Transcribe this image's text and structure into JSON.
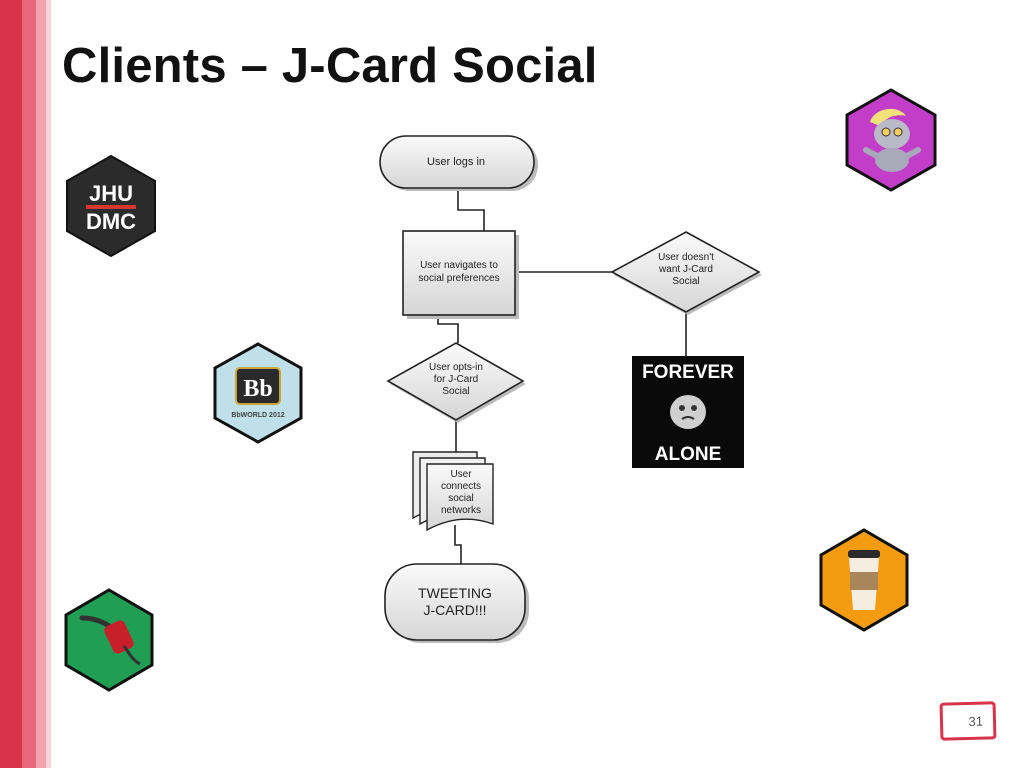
{
  "slide": {
    "title": "Clients – J-Card Social",
    "page_number": "31",
    "accent_color": "#d9334a"
  },
  "flowchart": {
    "nodes": {
      "start": "User logs in",
      "navigate": [
        "User navigates to",
        "social preferences"
      ],
      "opt_in": [
        "User opts-in",
        "for J-Card",
        "Social"
      ],
      "opt_out": [
        "User doesn't",
        "want J-Card",
        "Social"
      ],
      "connect": [
        "User",
        "connects",
        "social",
        "networks"
      ],
      "end": [
        "TWEETING",
        "J-CARD!!!"
      ]
    }
  },
  "meme": {
    "top_text": "FOREVER",
    "bottom_text": "ALONE"
  },
  "badges": {
    "jhu": {
      "line1": "JHU",
      "line2": "DMC",
      "color": "#2b2b2b"
    },
    "bb": {
      "logo": "Bb",
      "caption": "BbWORLD 2012",
      "color": "#bfe0e8"
    },
    "pony": {
      "color": "#c23ec9"
    },
    "coffee": {
      "color": "#f59b10"
    },
    "fuel": {
      "color": "#1f9e54"
    }
  }
}
